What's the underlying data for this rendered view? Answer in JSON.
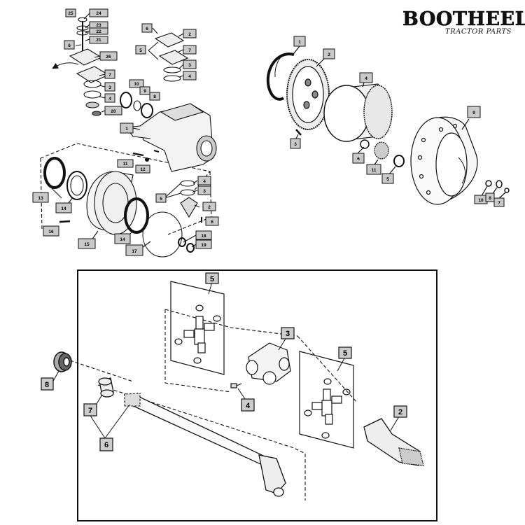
{
  "logo": {
    "name": "BOOTHEEL",
    "tagline": "TRACTOR PARTS"
  },
  "tl_labels": {
    "l25": "25",
    "l24": "24",
    "l23": "23",
    "l22": "22",
    "l21": "21",
    "l6a": "6",
    "l26": "26",
    "l7a": "7",
    "l3a": "3",
    "l4a": "4",
    "l20": "20",
    "l10a": "10",
    "l9a": "9",
    "l8a": "8",
    "l6b": "6",
    "l2a": "2",
    "l5a": "5",
    "l7b": "7",
    "l3b": "3",
    "l4b": "4",
    "l1": "1",
    "l11": "11",
    "l12": "12",
    "l13": "13",
    "l14a": "14",
    "l16a": "16",
    "l15": "15",
    "l14b": "14",
    "l17": "17",
    "l18": "18",
    "l19": "19",
    "l5b": "5",
    "l4c": "4",
    "l3c": "3",
    "l2b": "2",
    "l6c": "6"
  },
  "tr_labels": {
    "l1": "1",
    "l2": "2",
    "l3": "3",
    "l4": "4",
    "l6": "6",
    "l11": "11",
    "l5": "5",
    "l9": "9",
    "l10": "10",
    "l8": "8",
    "l7": "7"
  },
  "bottom_labels": {
    "l5a": "5",
    "l3": "3",
    "l5b": "5",
    "l8": "8",
    "l7": "7",
    "l4": "4",
    "l2": "2",
    "l6": "6"
  }
}
